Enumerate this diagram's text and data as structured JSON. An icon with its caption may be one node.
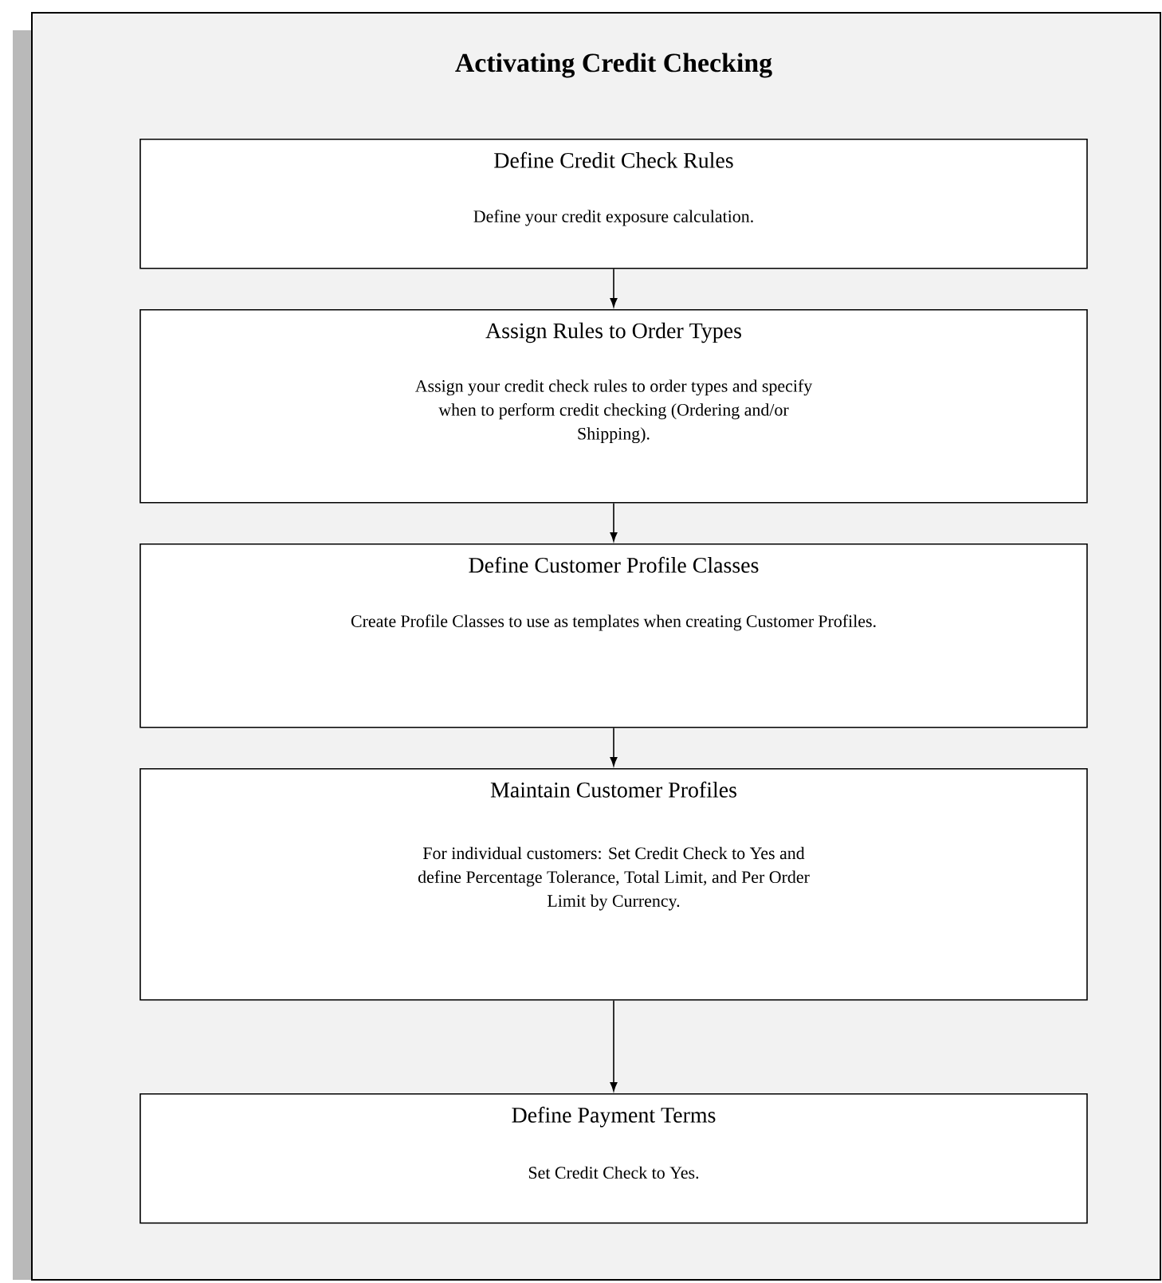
{
  "diagram": {
    "title": "Activating Credit Checking",
    "nodes": [
      {
        "text": [
          "Define Credit Check Rules",
          "Define your credit exposure calculation."
        ]
      },
      {
        "text": [
          "Assign Rules to Order Types",
          "Assign your credit check rules to order types and specify when to perform credit checking (Ordering and/or Shipping)."
        ]
      },
      {
        "text": [
          "Define Customer Profile Classes",
          "Create Profile Classes to use as templates when creating Customer Profiles."
        ]
      },
      {
        "text": [
          "Maintain Customer Profiles",
          "For individual customers: Set Credit Check to Yes and define Percentage Tolerance, Total Limit, and Per Order Limit by Currency."
        ]
      },
      {
        "text": [
          "Define Payment Terms",
          "Set Credit Check to Yes."
        ]
      }
    ],
    "edges": [
      {
        "from": 0,
        "to": 1,
        "arrow": "to"
      },
      {
        "from": 1,
        "to": 2,
        "arrow": "to"
      },
      {
        "from": 2,
        "to": 3,
        "arrow": "to"
      },
      {
        "from": 3,
        "to": 4,
        "arrow": "to"
      }
    ]
  }
}
